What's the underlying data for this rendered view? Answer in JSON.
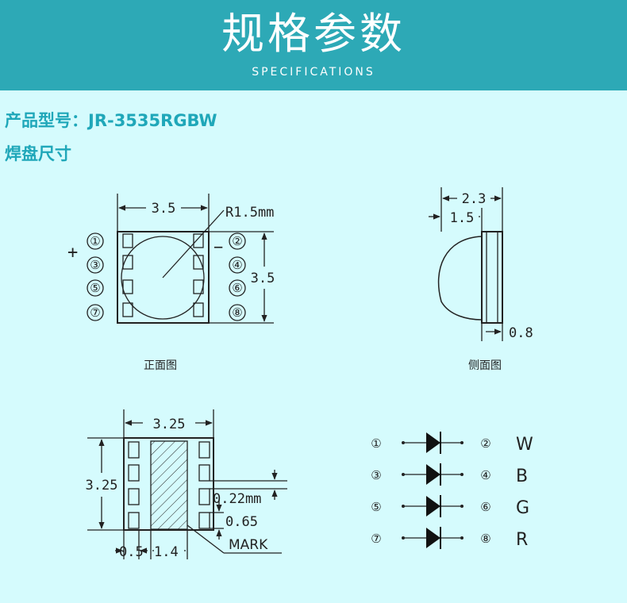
{
  "header": {
    "title": "规格参数",
    "subtitle": "SPECIFICATIONS",
    "bg_color": "#2da9b6"
  },
  "model_line": "产品型号：JR-3535RGBW",
  "section_title": "焊盘尺寸",
  "front_view": {
    "caption": "正面图",
    "width_dim": "3.5",
    "height_dim": "3.5",
    "radius_label": "R1.5mm",
    "plus_sign": "+",
    "minus_sign": "−",
    "pins_left": [
      "①",
      "③",
      "⑤",
      "⑦"
    ],
    "pins_right": [
      "②",
      "④",
      "⑥",
      "⑧"
    ]
  },
  "side_view": {
    "caption": "侧面图",
    "total_dim": "2.3",
    "dome_dim": "1.5",
    "base_dim": "0.8"
  },
  "pad_view": {
    "width_dim": "3.25",
    "height_dim": "3.25",
    "pad_gap_dim": "0.22mm",
    "pad_len_dim": "0.65",
    "left_margin_dim": "0.5",
    "center_width_dim": "1.4",
    "mark_label": "MARK"
  },
  "circuit": {
    "rows": [
      {
        "anode": "①",
        "cathode": "②",
        "color": "W"
      },
      {
        "anode": "③",
        "cathode": "④",
        "color": "B"
      },
      {
        "anode": "⑤",
        "cathode": "⑥",
        "color": "G"
      },
      {
        "anode": "⑦",
        "cathode": "⑧",
        "color": "R"
      }
    ]
  }
}
